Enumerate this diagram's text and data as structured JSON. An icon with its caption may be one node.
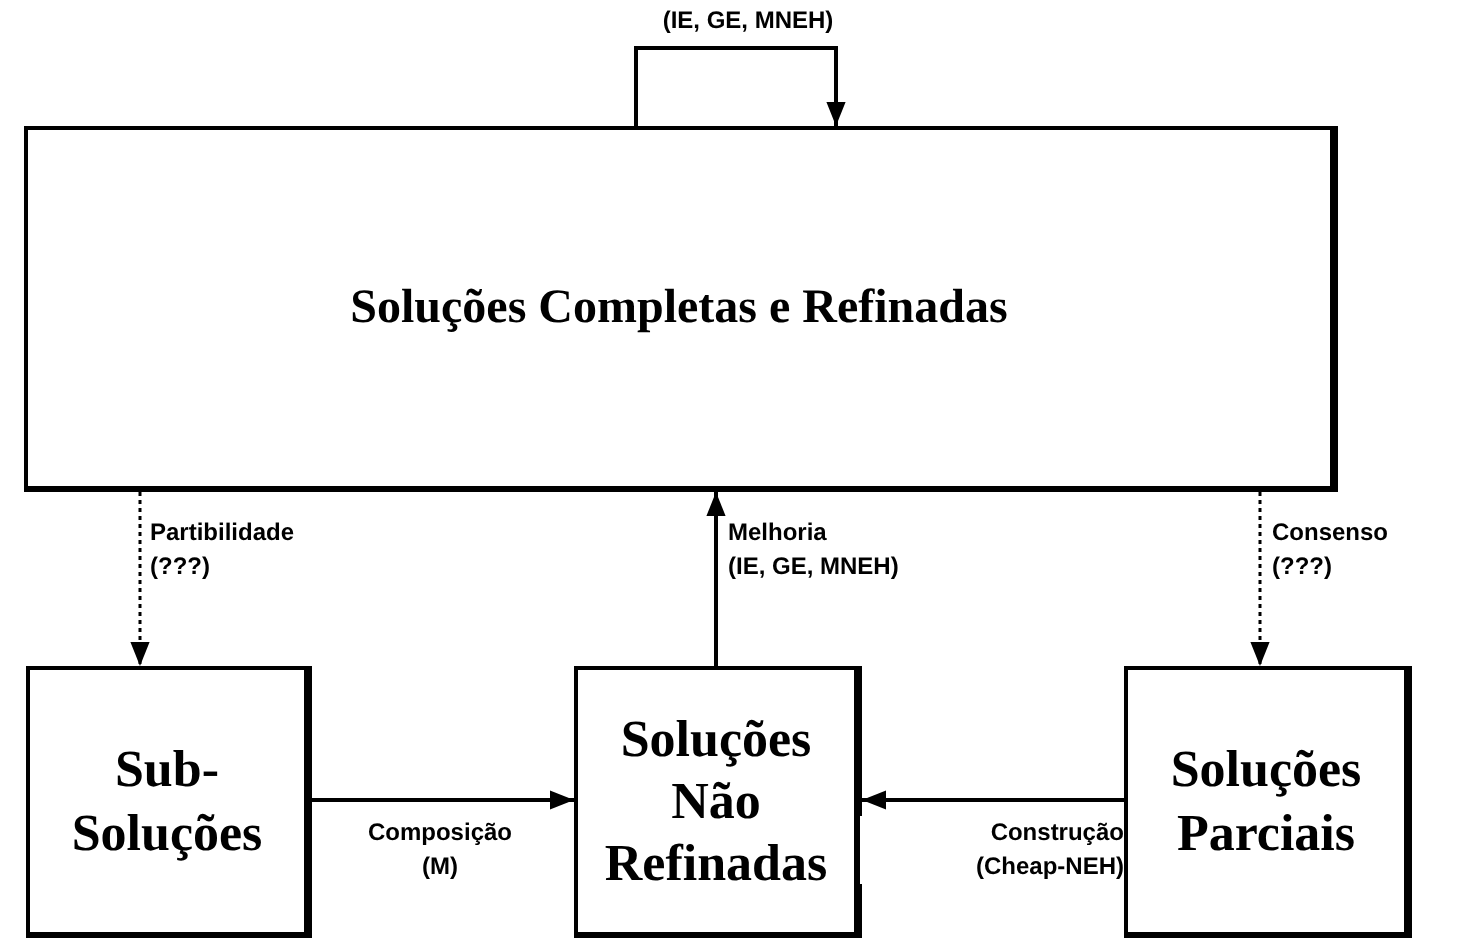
{
  "diagram": {
    "nodes": [
      {
        "text": [
          "Soluções Completas e Refinadas"
        ]
      },
      {
        "text": [
          "Sub- Soluções"
        ]
      },
      {
        "text": [
          "Soluções Não Refinadas"
        ]
      },
      {
        "text": [
          "Soluções Parciais"
        ]
      }
    ],
    "edges": [
      {
        "from": 0,
        "to": 0,
        "arrow": "to",
        "label": "(IE, GE, MNEH)"
      },
      {
        "from": 0,
        "to": 1,
        "arrow": "to",
        "label": "Partibilidade (???)",
        "style": "dashed"
      },
      {
        "from": 2,
        "to": 0,
        "arrow": "to",
        "label": "Melhoria (IE, GE, MNEH)"
      },
      {
        "from": 0,
        "to": 3,
        "arrow": "to",
        "label": "Consenso (???)",
        "style": "dashed"
      },
      {
        "from": 1,
        "to": 2,
        "arrow": "to",
        "label": "Composição (M)"
      },
      {
        "from": 3,
        "to": 2,
        "arrow": "to",
        "label": "Construção (Cheap-NEH)"
      }
    ]
  }
}
